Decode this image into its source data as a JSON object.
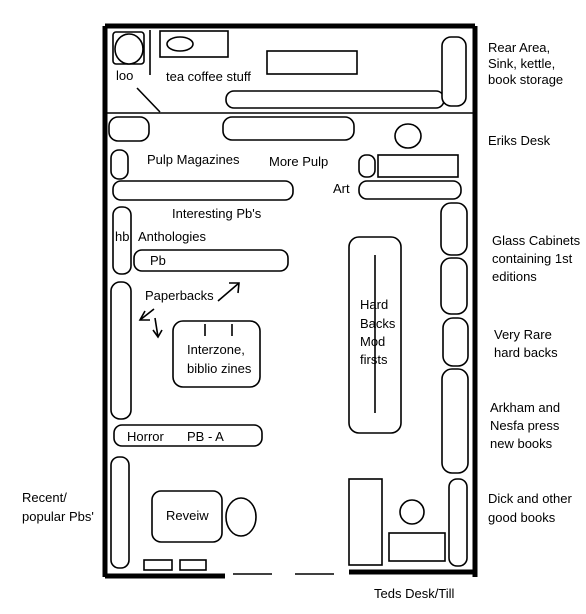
{
  "labels": {
    "loo": "loo",
    "tea": "tea coffee stuff",
    "pulp_magazines": "Pulp Magazines",
    "more_pulp": "More Pulp",
    "art": "Art",
    "interesting_pbs": "Interesting Pb's",
    "hb": "hb",
    "anthologies": "Anthologies",
    "pb": "Pb",
    "paperbacks": "Paperbacks",
    "interzone_1": "Interzone,",
    "interzone_2": "biblio zines",
    "hard_backs_1": "Hard",
    "hard_backs_2": "Backs",
    "hard_backs_3": "Mod",
    "hard_backs_4": "firsts",
    "horror": "Horror",
    "pb_a": "PB - A",
    "review": "Reveiw"
  },
  "side_labels": {
    "rear_area_1": "Rear Area,",
    "rear_area_2": "Sink, kettle,",
    "rear_area_3": "book storage",
    "eriks_desk": "Eriks Desk",
    "glass_1": "Glass Cabinets",
    "glass_2": "containing 1st",
    "glass_3": "editions",
    "very_rare_1": "Very Rare",
    "very_rare_2": "hard backs",
    "arkham_1": "Arkham and",
    "arkham_2": "Nesfa press",
    "arkham_3": "new  books",
    "dick_1": "Dick and other",
    "dick_2": "good books",
    "recent_1": "Recent/",
    "recent_2": "popular Pbs'",
    "teds_desk": "Teds Desk/Till"
  }
}
